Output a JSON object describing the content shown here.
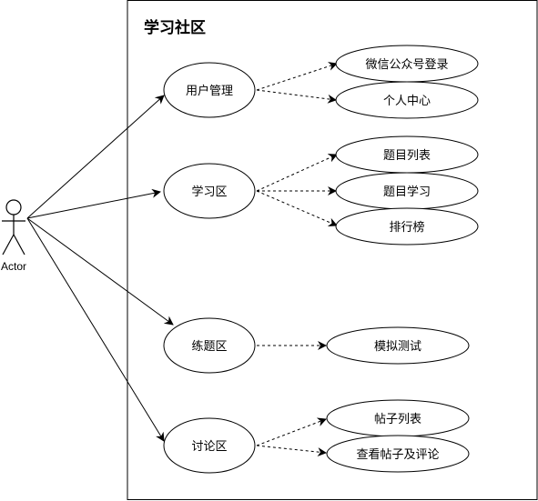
{
  "system": {
    "title": "学习社区"
  },
  "actor": {
    "label": "Actor"
  },
  "use_cases": {
    "user_mgmt": "用户管理",
    "study_area": "学习区",
    "practice_area": "练题区",
    "discussion_area": "讨论区"
  },
  "sub_cases": {
    "wechat_login": "微信公众号登录",
    "personal_center": "个人中心",
    "question_list": "题目列表",
    "question_study": "题目学习",
    "ranking": "排行榜",
    "mock_test": "模拟测试",
    "post_list": "帖子列表",
    "view_post_comment": "查看帖子及评论"
  }
}
